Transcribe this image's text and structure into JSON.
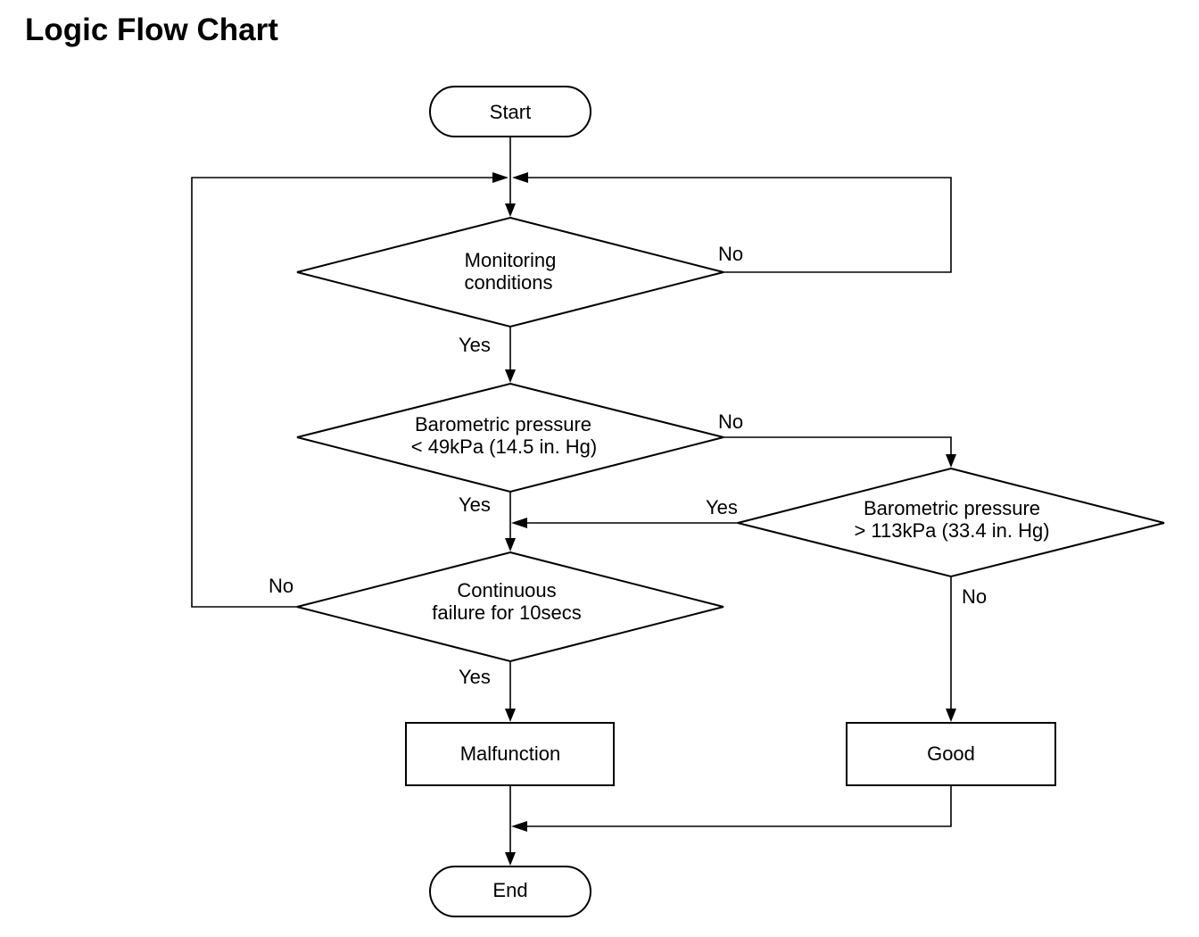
{
  "title": "Logic Flow Chart",
  "nodes": {
    "start": "Start",
    "monitoring": [
      "Monitoring",
      "conditions"
    ],
    "baro_low": [
      "Barometric pressure",
      "< 49kPa (14.5 in. Hg)"
    ],
    "baro_high": [
      "Barometric pressure",
      "> 113kPa (33.4 in. Hg)"
    ],
    "continuous": [
      "Continuous",
      "failure for 10secs"
    ],
    "malfunction": "Malfunction",
    "good": "Good",
    "end": "End"
  },
  "edge_labels": {
    "monitoring_no": "No",
    "monitoring_yes": "Yes",
    "baro_low_no": "No",
    "baro_low_yes": "Yes",
    "baro_high_yes": "Yes",
    "baro_high_no": "No",
    "continuous_no": "No",
    "continuous_yes": "Yes"
  },
  "colors": {
    "stroke": "#000000",
    "background": "#ffffff"
  }
}
